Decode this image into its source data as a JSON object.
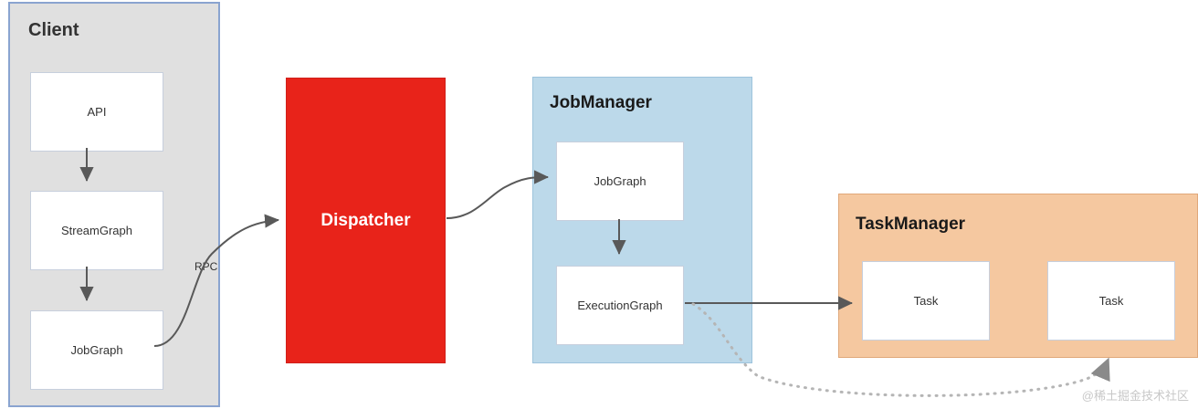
{
  "diagram": {
    "client": {
      "title": "Client",
      "nodes": [
        {
          "label": "API"
        },
        {
          "label": "StreamGraph"
        },
        {
          "label": "JobGraph"
        }
      ]
    },
    "dispatcher": {
      "label": "Dispatcher"
    },
    "jobmanager": {
      "title": "JobManager",
      "nodes": [
        {
          "label": "JobGraph"
        },
        {
          "label": "ExecutionGraph"
        }
      ]
    },
    "taskmanager": {
      "title": "TaskManager",
      "nodes": [
        {
          "label": "Task"
        },
        {
          "label": "Task"
        }
      ]
    },
    "edges": {
      "rpc_label": "RPC"
    },
    "colors": {
      "client_fill": "#e0e0e0",
      "client_border": "#8aa4d0",
      "dispatcher_fill": "#e8231a",
      "jobmanager_fill": "#bcd9ea",
      "taskmanager_fill": "#f5c8a0",
      "node_fill": "#ffffff",
      "arrow": "#595959"
    }
  },
  "watermark": {
    "text": "@稀土掘金技术社区"
  }
}
